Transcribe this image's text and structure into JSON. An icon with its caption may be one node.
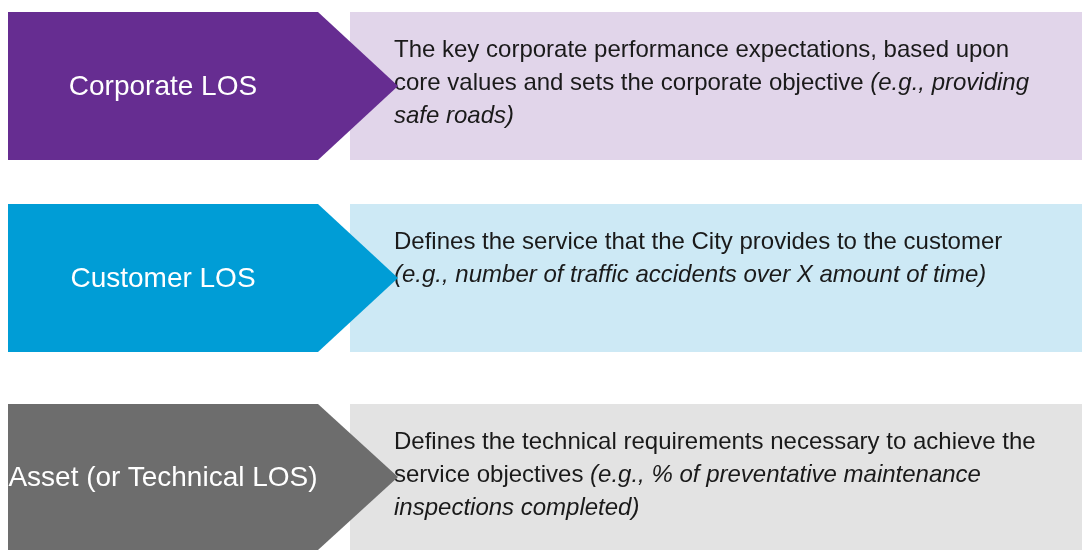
{
  "diagram": {
    "nodes": [
      {
        "text": [
          "Corporate LOS"
        ]
      },
      {
        "text": [
          "The key corporate performance expectations, based upon core values and sets the corporate objective *(e.g., providing safe roads)*"
        ]
      },
      {
        "text": [
          "Customer LOS"
        ]
      },
      {
        "text": [
          "Defines the service that the City provides to the customer *(e.g., number of traffic accidents over X amount of time)*"
        ]
      },
      {
        "text": [
          "Asset (or Technical LOS)"
        ]
      },
      {
        "text": [
          "Defines the technical requirements necessary to achieve the service objectives *(e.g., % of preventative maintenance inspections completed)*"
        ]
      }
    ]
  }
}
